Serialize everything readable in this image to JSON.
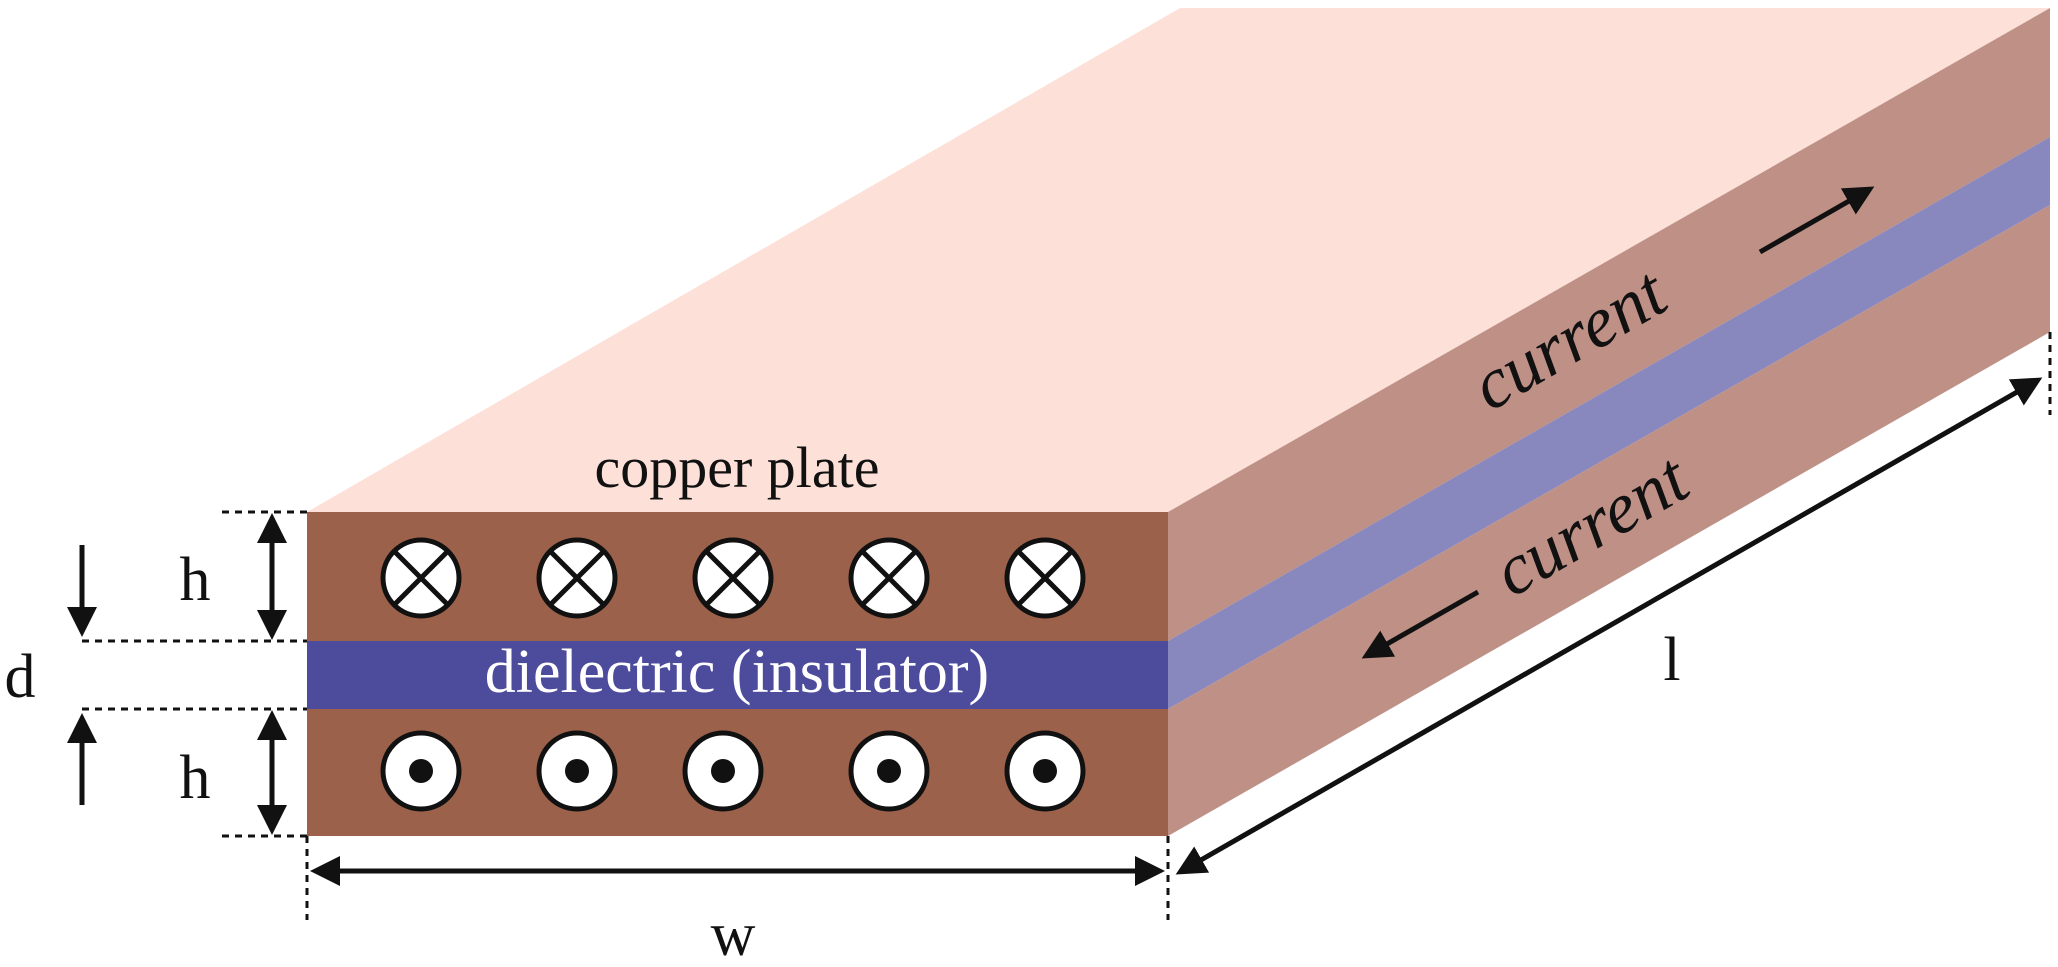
{
  "labels": {
    "copper_plate": "copper plate",
    "dielectric": "dielectric (insulator)",
    "current_top": "current",
    "current_bottom": "current",
    "h_top": "h",
    "h_bottom": "h",
    "d": "d",
    "w": "w",
    "l": "l"
  },
  "symbols": {
    "into_page": [
      "cross-circle",
      "cross-circle",
      "cross-circle",
      "cross-circle",
      "cross-circle"
    ],
    "out_of_page": [
      "dot-circle",
      "dot-circle",
      "dot-circle",
      "dot-circle",
      "dot-circle"
    ]
  },
  "colors": {
    "copper_top_face": "#fde1d9",
    "copper_side_face": "#bf9086",
    "copper_front_face": "#9c614b",
    "dielectric_front": "#4d4b9b",
    "dielectric_side": "#8888bf",
    "ink": "#111111"
  }
}
